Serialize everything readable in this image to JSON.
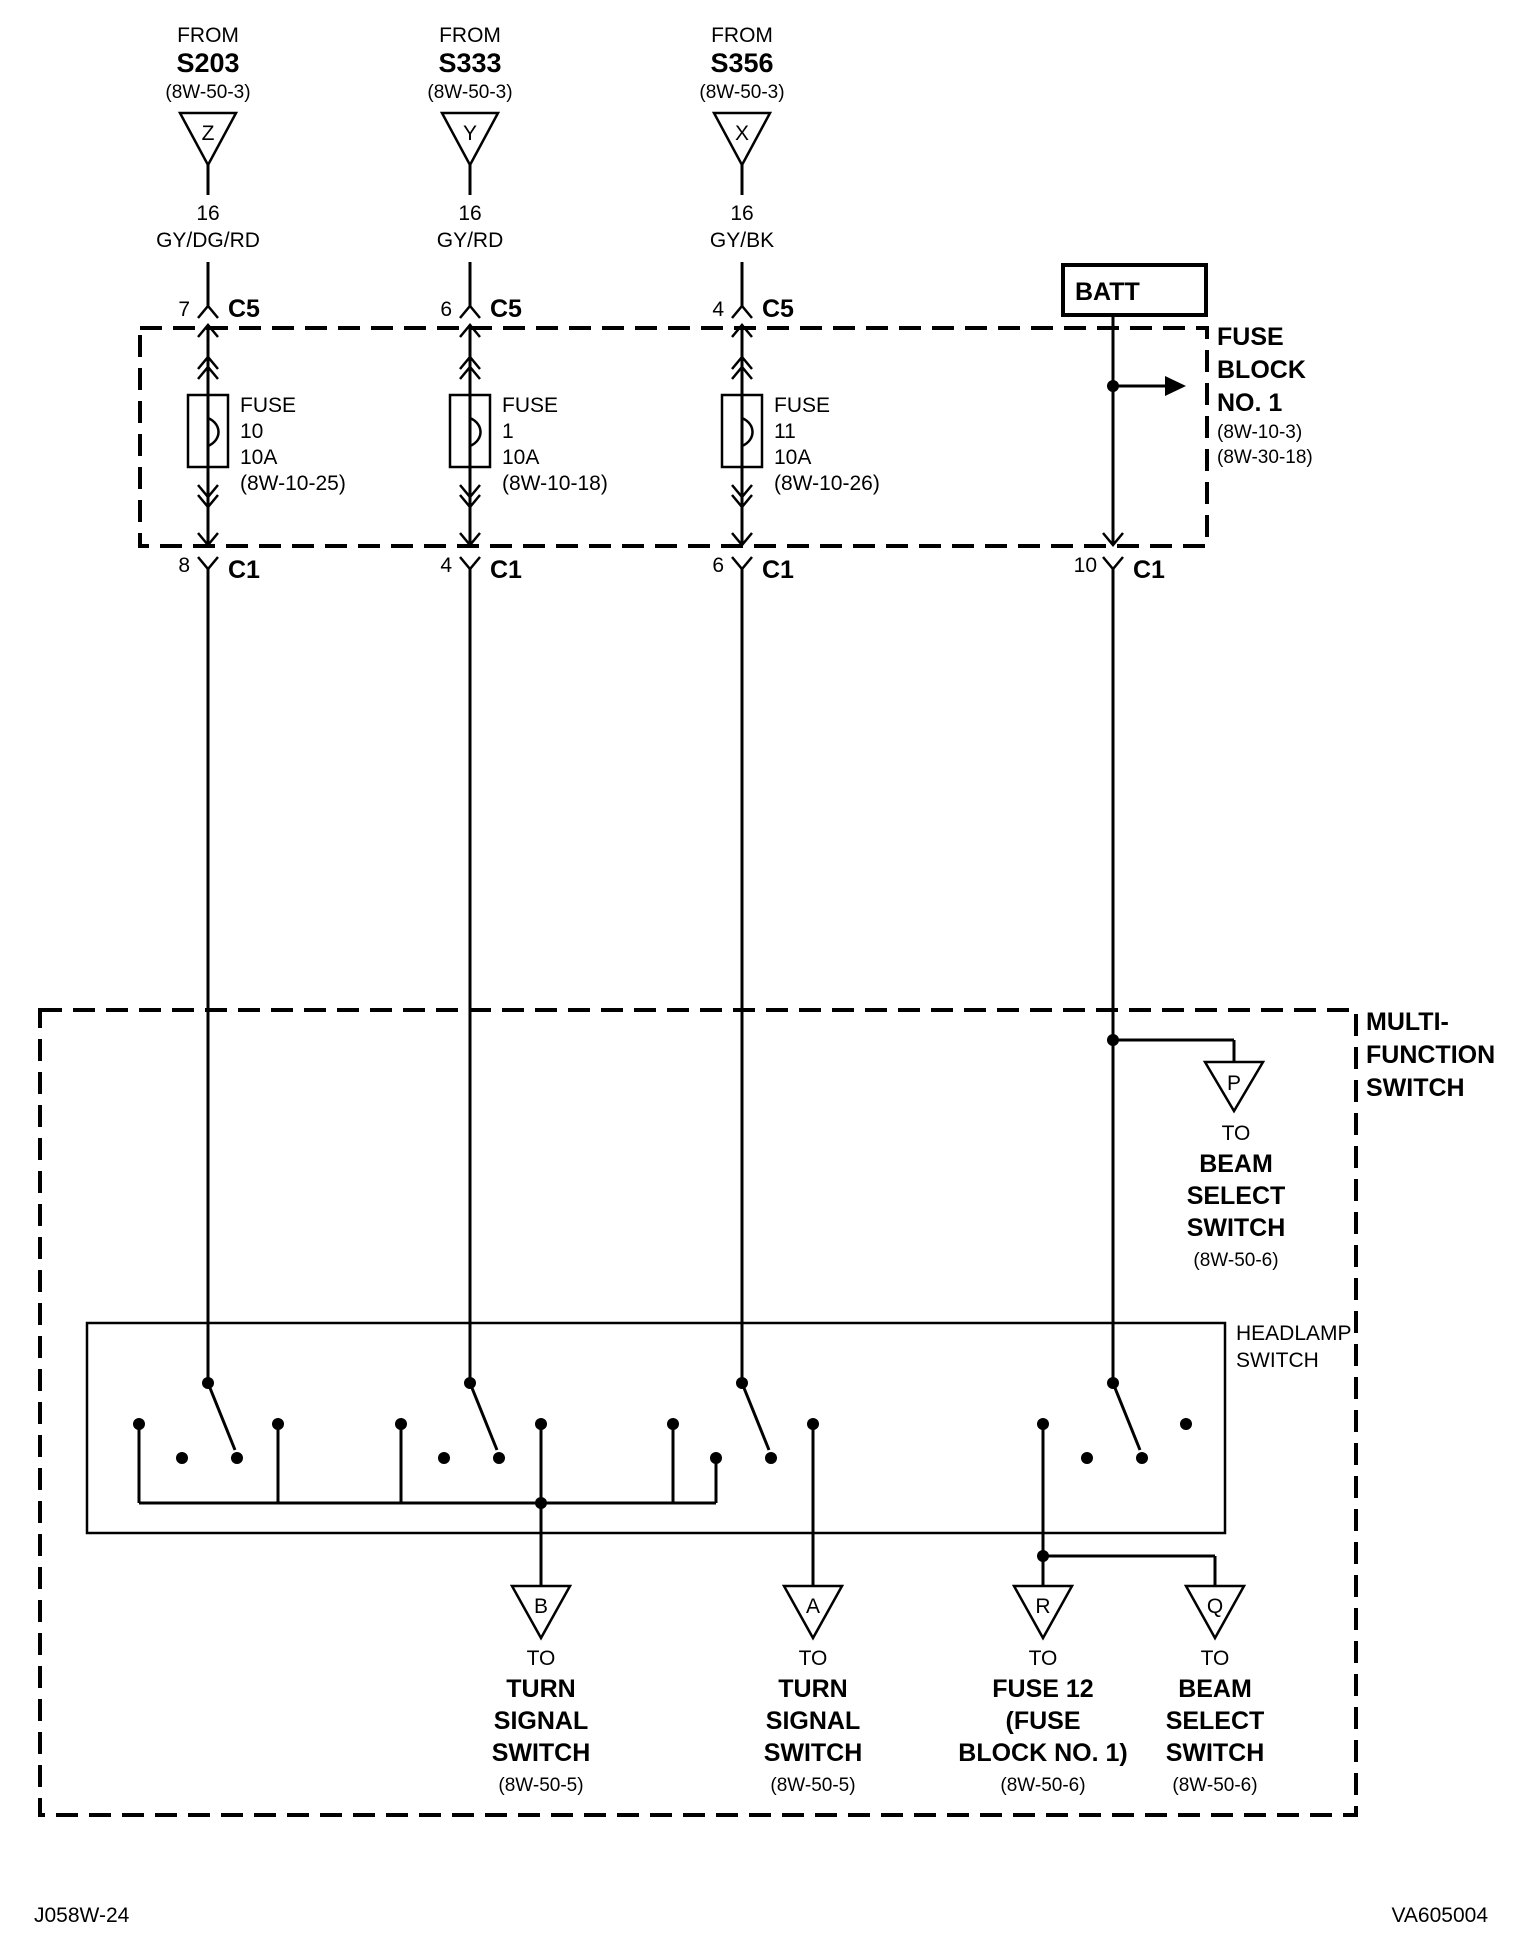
{
  "sources": [
    {
      "from": "FROM",
      "splice": "S203",
      "ref": "(8W-50-3)",
      "letter": "Z",
      "gauge": "16",
      "color": "GY/DG/RD",
      "c5_pin": "7",
      "c5": "C5",
      "fuse_label": "FUSE",
      "fuse_num": "10",
      "fuse_amp": "10A",
      "fuse_ref": "(8W-10-25)",
      "c1_pin": "8",
      "c1": "C1"
    },
    {
      "from": "FROM",
      "splice": "S333",
      "ref": "(8W-50-3)",
      "letter": "Y",
      "gauge": "16",
      "color": "GY/RD",
      "c5_pin": "6",
      "c5": "C5",
      "fuse_label": "FUSE",
      "fuse_num": "1",
      "fuse_amp": "10A",
      "fuse_ref": "(8W-10-18)",
      "c1_pin": "4",
      "c1": "C1"
    },
    {
      "from": "FROM",
      "splice": "S356",
      "ref": "(8W-50-3)",
      "letter": "X",
      "gauge": "16",
      "color": "GY/BK",
      "c5_pin": "4",
      "c5": "C5",
      "fuse_label": "FUSE",
      "fuse_num": "11",
      "fuse_amp": "10A",
      "fuse_ref": "(8W-10-26)",
      "c1_pin": "6",
      "c1": "C1"
    }
  ],
  "batt": {
    "label": "BATT",
    "c1_pin": "10",
    "c1": "C1"
  },
  "fuse_block": {
    "line1": "FUSE",
    "line2": "BLOCK",
    "line3": "NO. 1",
    "ref1": "(8W-10-3)",
    "ref2": "(8W-30-18)"
  },
  "mfs": {
    "line1": "MULTI-",
    "line2": "FUNCTION",
    "line3": "SWITCH"
  },
  "headlamp": {
    "line1": "HEADLAMP",
    "line2": "SWITCH"
  },
  "beam_p": {
    "letter": "P",
    "to": "TO",
    "line1": "BEAM",
    "line2": "SELECT",
    "line3": "SWITCH",
    "ref": "(8W-50-6)"
  },
  "outputs": [
    {
      "letter": "B",
      "to": "TO",
      "line1": "TURN",
      "line2": "SIGNAL",
      "line3": "SWITCH",
      "ref": "(8W-50-5)"
    },
    {
      "letter": "A",
      "to": "TO",
      "line1": "TURN",
      "line2": "SIGNAL",
      "line3": "SWITCH",
      "ref": "(8W-50-5)"
    },
    {
      "letter": "R",
      "to": "TO",
      "line1": "FUSE 12",
      "line2": "(FUSE",
      "line3": "BLOCK NO. 1)",
      "ref": "(8W-50-6)"
    },
    {
      "letter": "Q",
      "to": "TO",
      "line1": "BEAM",
      "line2": "SELECT",
      "line3": "SWITCH",
      "ref": "(8W-50-6)"
    }
  ],
  "footer": {
    "left": "J058W-24",
    "right": "VA605004"
  }
}
